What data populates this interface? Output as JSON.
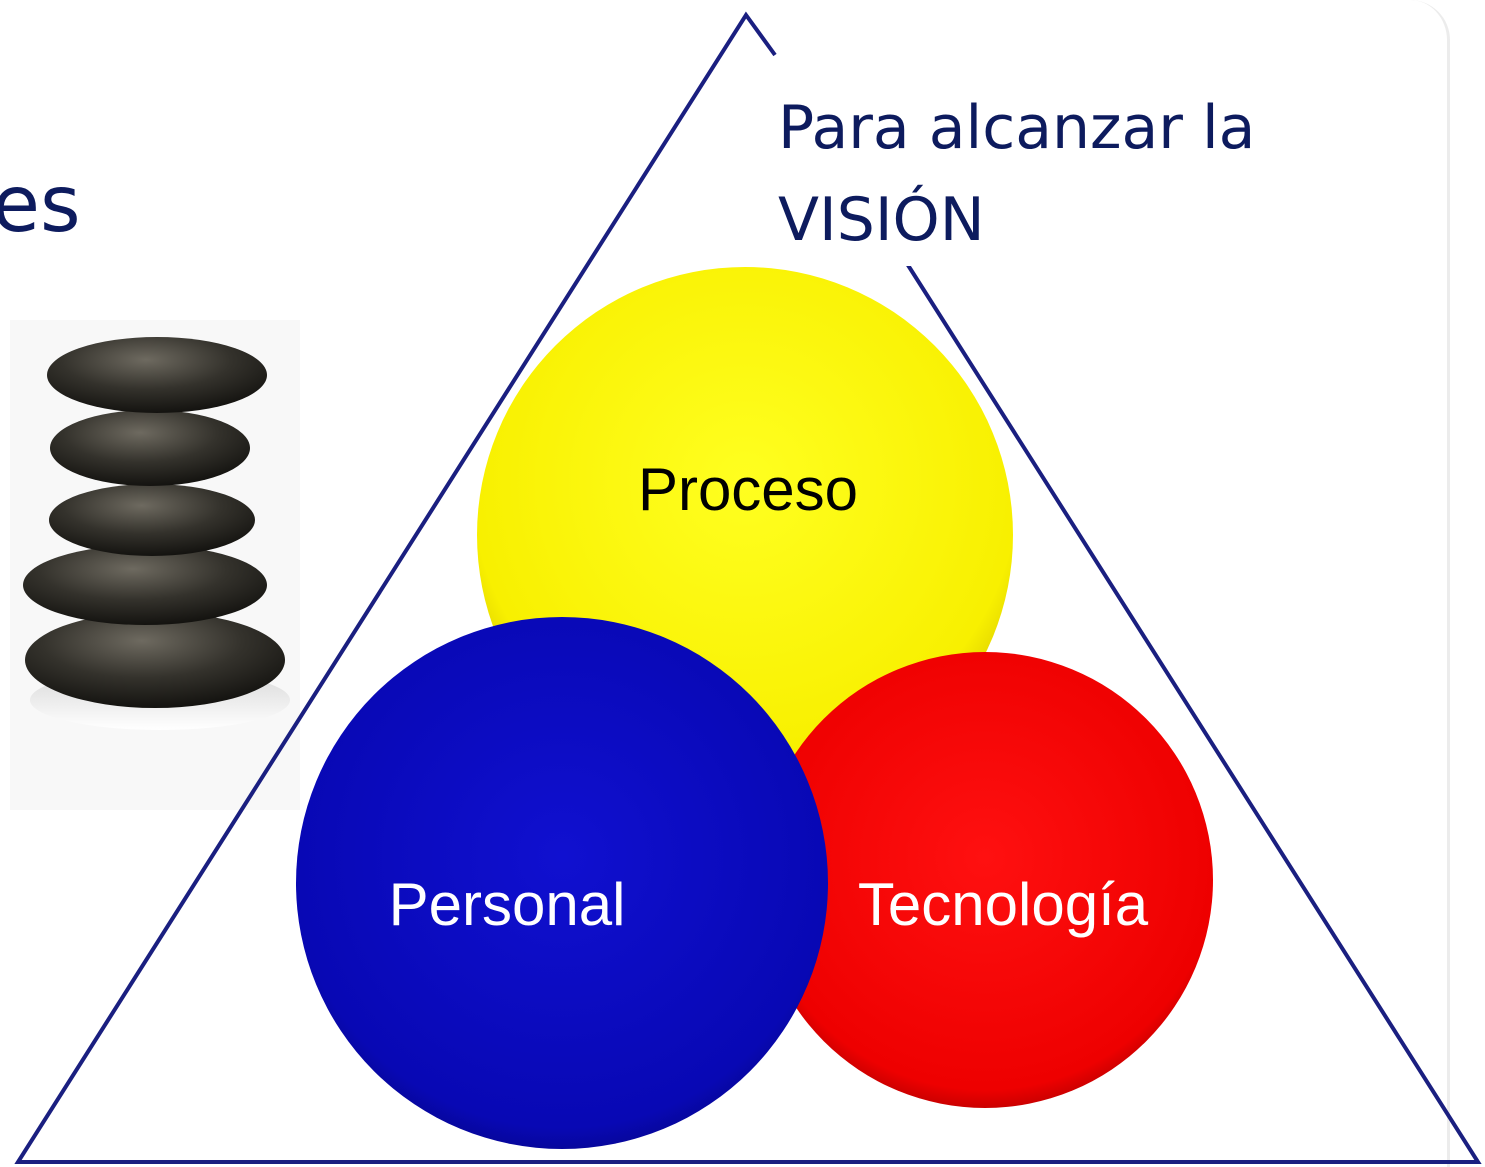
{
  "partial_title": "es",
  "caption": "Para alcanzar la\nVISIÓN",
  "circles": {
    "top": {
      "label": "Proceso",
      "color": "#ffff00",
      "text_color": "#000000"
    },
    "left": {
      "label": "Personal",
      "color": "#0a0ac0",
      "text_color": "#ffffff"
    },
    "right": {
      "label": "Tecnología",
      "color": "#f00000",
      "text_color": "#ffffff"
    }
  },
  "triangle_color": "#1a1f80",
  "image": {
    "icon": "stacked-stones-icon"
  }
}
